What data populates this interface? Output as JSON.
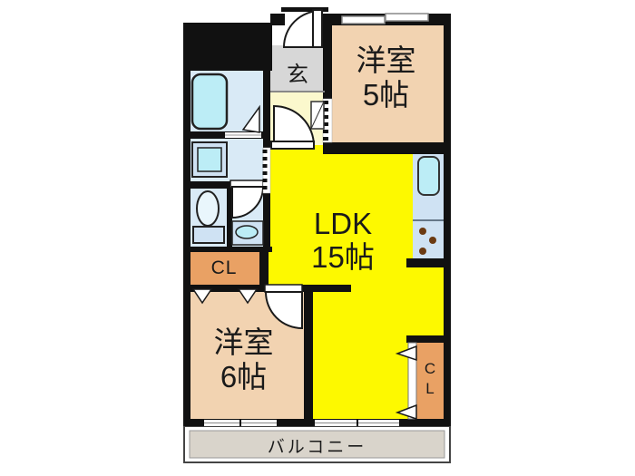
{
  "floorplan": {
    "rooms": {
      "western_room_5": {
        "label_line1": "洋室",
        "label_line2": "5帖"
      },
      "ldk": {
        "label_line1": "LDK",
        "label_line2": "15帖"
      },
      "western_room_6": {
        "label_line1": "洋室",
        "label_line2": "6帖"
      },
      "entrance": {
        "label": "玄"
      },
      "closet_left": {
        "label": "CL"
      },
      "closet_right": {
        "label_line1": "C",
        "label_line2": "L"
      },
      "balcony": {
        "label": "バルコニー"
      }
    },
    "colors": {
      "wall": "#111111",
      "room_salmon": "#f2d3b1",
      "ldk_yellow": "#fdf900",
      "closet_orange": "#e9a164",
      "entrance_gray": "#d7d7d7",
      "hall_cream": "#fbf8cd",
      "water_blue": "#d9eaf6",
      "fixture_cyan": "#bcedf6",
      "kitchen_blue": "#cfe2f3",
      "balcony_gray": "#d9d4cb",
      "stove_brown": "#6b3a12"
    }
  }
}
